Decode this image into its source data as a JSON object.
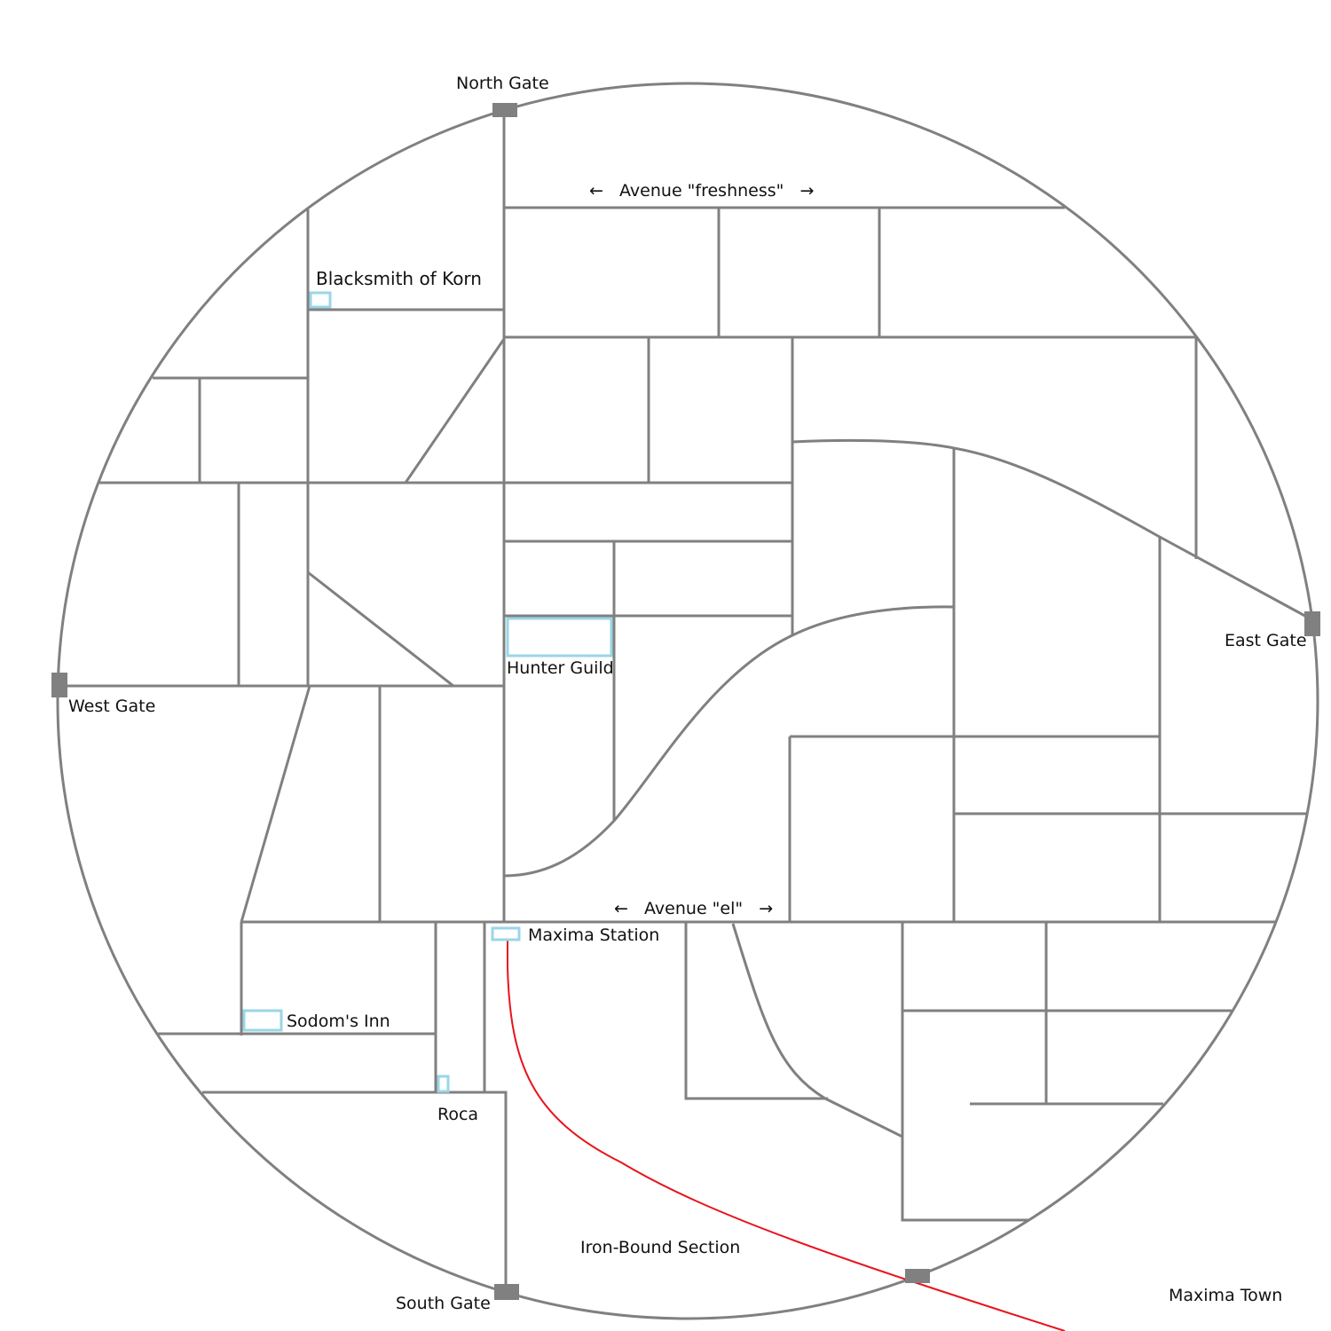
{
  "labels": {
    "north_gate": "North Gate",
    "south_gate": "South Gate",
    "east_gate": "East Gate",
    "west_gate": "West Gate",
    "avenue_freshness": "←   Avenue \"freshness\"   →",
    "avenue_el": "←   Avenue \"el\"   →",
    "blacksmith": "Blacksmith of Korn",
    "hunter_guild": "Hunter Guild",
    "maxima_station": "Maxima Station",
    "sodoms_inn": "Sodom's Inn",
    "roca": "Roca",
    "iron_bound_section": "Iron-Bound Section",
    "maxima_town": "Maxima Town"
  },
  "colors": {
    "road": "#808080",
    "poi": "#9ad6e6",
    "railway": "#e8141c"
  }
}
